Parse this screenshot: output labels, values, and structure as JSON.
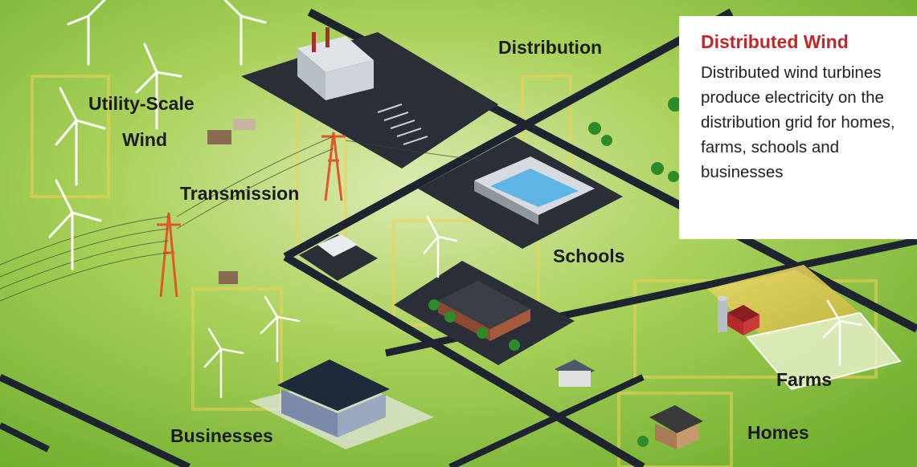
{
  "labels": {
    "distribution": "Distribution",
    "utility_scale": "Utility-Scale",
    "wind": "Wind",
    "transmission": "Transmission",
    "schools": "Schools",
    "farms": "Farms",
    "businesses": "Businesses",
    "homes": "Homes"
  },
  "info": {
    "title": "Distributed Wind",
    "body": "Distributed wind turbines produce electricity on the distribution grid for homes, farms, schools and businesses"
  },
  "colors": {
    "title_red": "#c0262b",
    "grass": "#8cc63f",
    "road": "#1e2430",
    "parking": "#2b2f38"
  }
}
